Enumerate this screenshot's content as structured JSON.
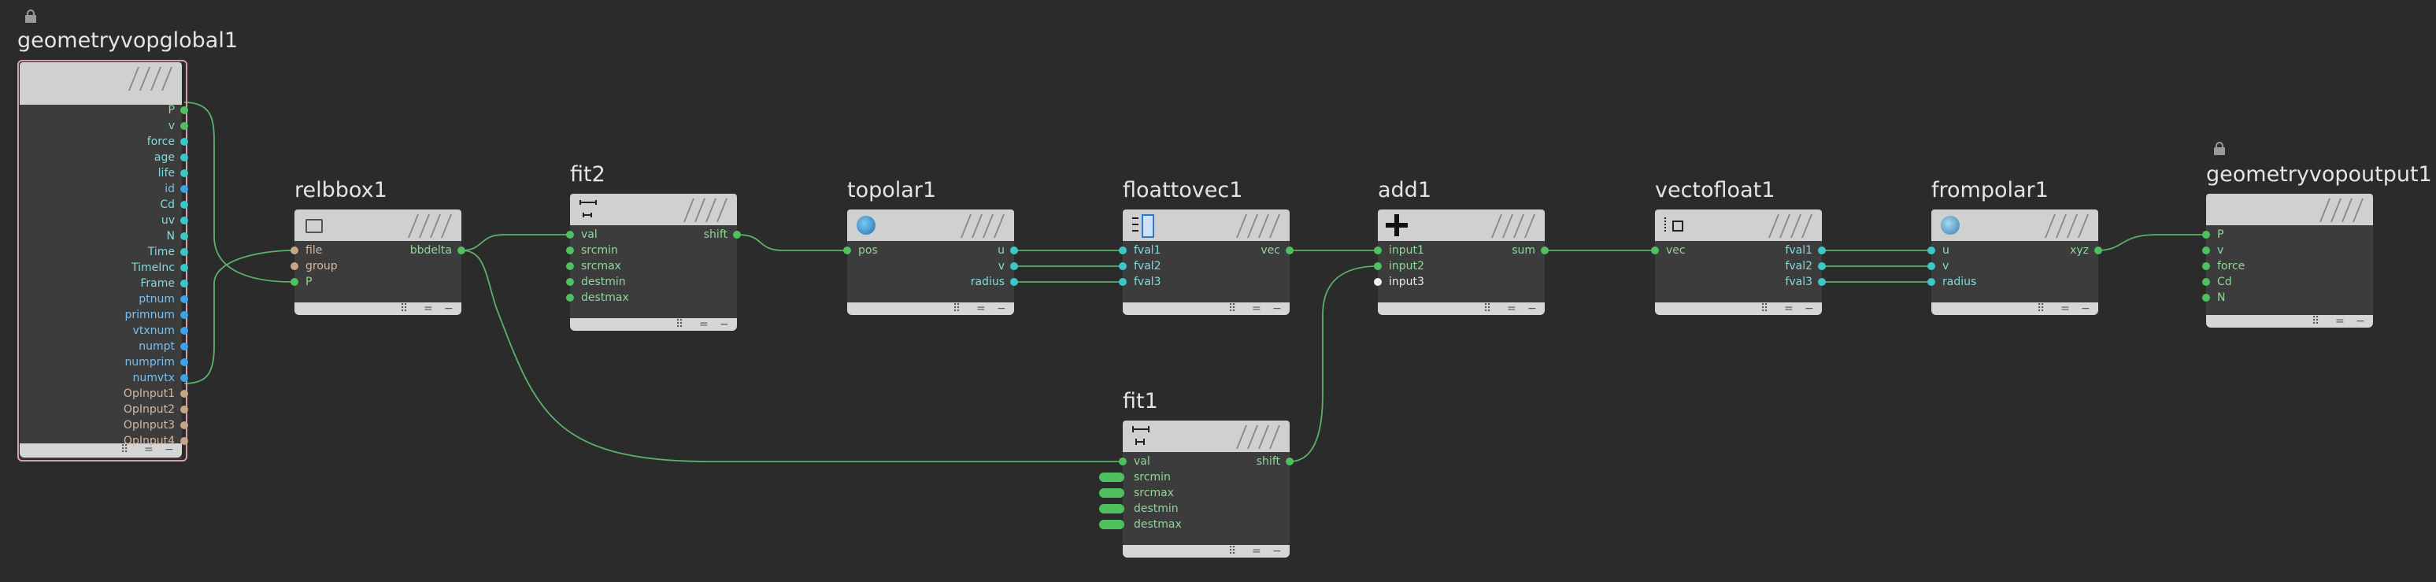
{
  "nodes": {
    "geometryvopglobal1": {
      "name": "geometryvopglobal1",
      "outputs": [
        "P",
        "v",
        "force",
        "age",
        "life",
        "id",
        "Cd",
        "uv",
        "N",
        "Time",
        "TimeInc",
        "Frame",
        "ptnum",
        "primnum",
        "vtxnum",
        "numpt",
        "numprim",
        "numvtx",
        "OpInput1",
        "OpInput2",
        "OpInput3",
        "OpInput4"
      ]
    },
    "relbbox1": {
      "name": "relbbox1",
      "inputs": [
        "file",
        "group",
        "P"
      ],
      "outputs": [
        "bbdelta"
      ]
    },
    "fit2": {
      "name": "fit2",
      "inputs": [
        "val",
        "srcmin",
        "srcmax",
        "destmin",
        "destmax"
      ],
      "outputs": [
        "shift"
      ]
    },
    "topolar1": {
      "name": "topolar1",
      "inputs": [
        "pos"
      ],
      "outputs": [
        "u",
        "v",
        "radius"
      ]
    },
    "floattovec1": {
      "name": "floattovec1",
      "inputs": [
        "fval1",
        "fval2",
        "fval3"
      ],
      "outputs": [
        "vec"
      ]
    },
    "add1": {
      "name": "add1",
      "inputs": [
        "input1",
        "input2",
        "input3"
      ],
      "outputs": [
        "sum"
      ]
    },
    "vectofloat1": {
      "name": "vectofloat1",
      "inputs": [
        "vec"
      ],
      "outputs": [
        "fval1",
        "fval2",
        "fval3"
      ]
    },
    "frompolar1": {
      "name": "frompolar1",
      "inputs": [
        "u",
        "v",
        "radius"
      ],
      "outputs": [
        "xyz"
      ]
    },
    "geometryvopoutput1": {
      "name": "geometryvopoutput1",
      "inputs": [
        "P",
        "v",
        "force",
        "Cd",
        "N"
      ]
    },
    "fit1": {
      "name": "fit1",
      "inputs": [
        "val",
        "srcmin",
        "srcmax",
        "destmin",
        "destmax"
      ],
      "outputs": [
        "shift"
      ]
    }
  },
  "footer_glyphs": [
    "⠿",
    "=",
    "−"
  ],
  "colors": {
    "background": "#2b2b2b",
    "wire": "#5cb06a",
    "port_float": "#4fc060",
    "port_vector": "#3cc8c8",
    "port_int": "#3ba3ea",
    "port_string": "#c8a488",
    "selected_outline": "#d8a0a8"
  }
}
